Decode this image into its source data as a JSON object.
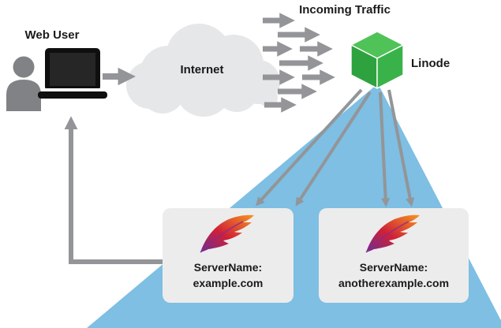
{
  "diagram": {
    "labels": {
      "web_user": "Web User",
      "internet": "Internet",
      "incoming_traffic": "Incoming Traffic",
      "linode": "Linode"
    },
    "servers": [
      {
        "name_label": "ServerName:",
        "domain": "example.com"
      },
      {
        "name_label": "ServerName:",
        "domain": "anotherexample.com"
      }
    ],
    "icons": {
      "person": "web-user-person-icon",
      "laptop": "laptop-icon",
      "cloud": "internet-cloud-icon",
      "cube": "linode-cube-icon",
      "feather": "apache-feather-icon"
    },
    "colors": {
      "arrow": "#939598",
      "cloud": "#e6e7e8",
      "box": "#ececec",
      "triangle": "#7ebfe3",
      "person": "#808285",
      "laptop": "#0f0f0f",
      "cube_top": "#4fc357",
      "cube_left": "#2ea23f",
      "cube_right": "#3ab24a",
      "text": "#1a1a1a"
    }
  }
}
